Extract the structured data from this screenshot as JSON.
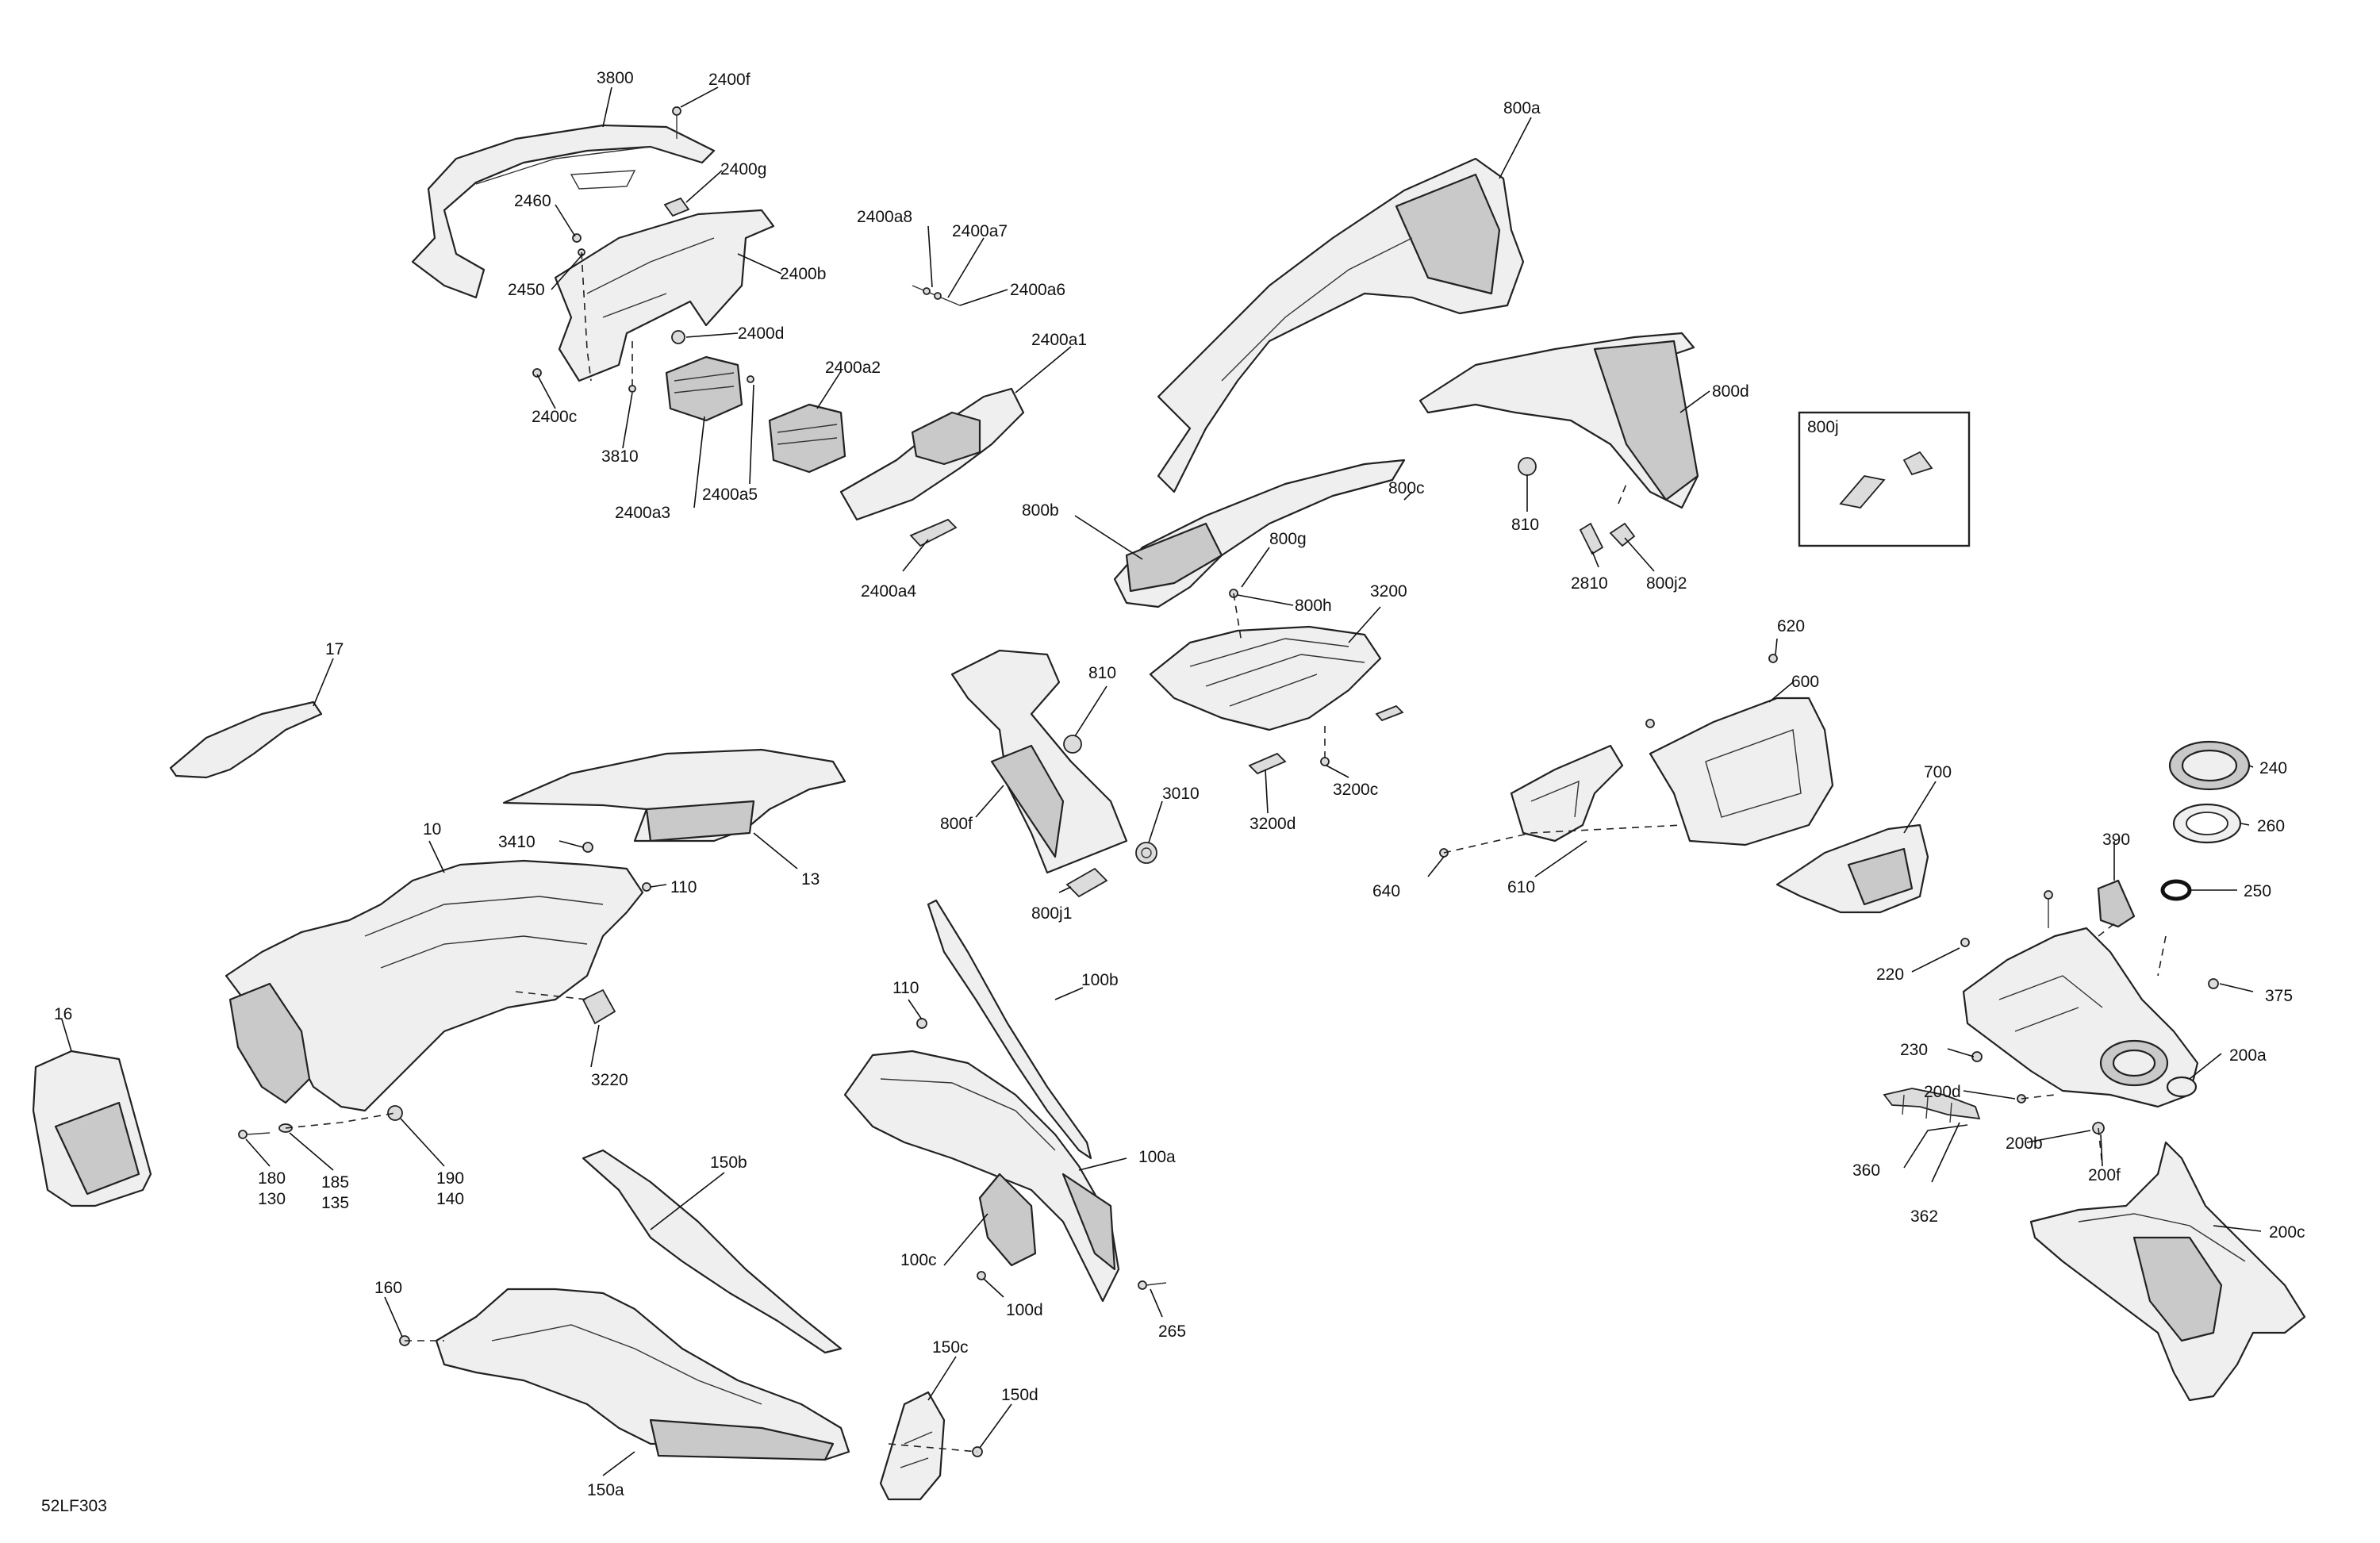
{
  "diagram_id": "52LF303",
  "labels": {
    "p3800": "3800",
    "p2400f": "2400f",
    "p2400g": "2400g",
    "p2460": "2460",
    "p2450": "2450",
    "p2400b": "2400b",
    "p2400d": "2400d",
    "p2400c": "2400c",
    "p3810": "3810",
    "p2400a8": "2400a8",
    "p2400a7": "2400a7",
    "p2400a6": "2400a6",
    "p2400a1": "2400a1",
    "p2400a2": "2400a2",
    "p2400a3": "2400a3",
    "p2400a5": "2400a5",
    "p2400a4": "2400a4",
    "p800a": "800a",
    "p800d": "800d",
    "p800j": "800j",
    "p800c": "800c",
    "p800b": "800b",
    "p800g": "800g",
    "p800h": "800h",
    "p810a": "810",
    "p810b": "810",
    "p2810": "2810",
    "p800j2": "800j2",
    "p3200": "3200",
    "p3200c": "3200c",
    "p3200d": "3200d",
    "p800f": "800f",
    "p3010": "3010",
    "p800j1": "800j1",
    "p620": "620",
    "p600": "600",
    "p610": "610",
    "p640": "640",
    "p700": "700",
    "p17": "17",
    "p13": "13",
    "p10": "10",
    "p3410": "3410",
    "p110a": "110",
    "p110b": "110",
    "p3220": "3220",
    "p16": "16",
    "p180": "180",
    "p130": "130",
    "p185": "185",
    "p135": "135",
    "p190": "190",
    "p140": "140",
    "p160": "160",
    "p150b": "150b",
    "p150a": "150a",
    "p150c": "150c",
    "p150d": "150d",
    "p100b": "100b",
    "p100a": "100a",
    "p100c": "100c",
    "p100d": "100d",
    "p265": "265",
    "p240": "240",
    "p260": "260",
    "p250": "250",
    "p390": "390",
    "p220": "220",
    "p375": "375",
    "p230": "230",
    "p200a": "200a",
    "p200d": "200d",
    "p200b": "200b",
    "p200f": "200f",
    "p200c": "200c",
    "p360": "360",
    "p362": "362"
  }
}
